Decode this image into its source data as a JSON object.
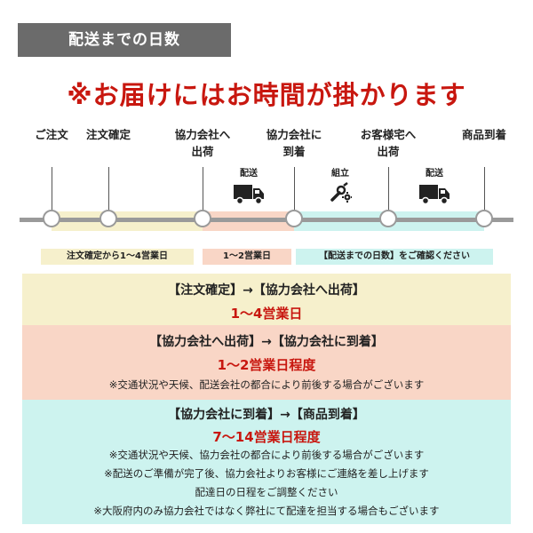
{
  "header": {
    "title": "配送までの日数"
  },
  "warning": "※お届けにはお時間が掛かります",
  "timeline": {
    "steps": [
      {
        "line1": "ご注文",
        "line2": ""
      },
      {
        "line1": "注文確定",
        "line2": ""
      },
      {
        "line1": "協力会社へ",
        "line2": "出荷"
      },
      {
        "line1": "協力会社に",
        "line2": "到着"
      },
      {
        "line1": "お客様宅へ",
        "line2": "出荷"
      },
      {
        "line1": "商品到着",
        "line2": ""
      }
    ],
    "icons": [
      {
        "label": "配送",
        "icon": "truck-icon"
      },
      {
        "label": "組立",
        "icon": "tools-icon"
      },
      {
        "label": "配送",
        "icon": "truck-icon"
      }
    ],
    "periods": [
      {
        "text": "注文確定から1〜4営業日",
        "color": "#f6f0cc"
      },
      {
        "text": "1〜2営業日",
        "color": "#f9d6c6"
      },
      {
        "text": "【配送までの日数】をご確認ください",
        "color": "#cdf3ef"
      }
    ]
  },
  "boxes": [
    {
      "color": "#f6f0cc",
      "route": "【注文確定】→【協力会社へ出荷】",
      "days": "1〜4営業日",
      "notes": []
    },
    {
      "color": "#f9d6c6",
      "route": "【協力会社へ出荷】→【協力会社に到着】",
      "days": "1〜2営業日程度",
      "notes": [
        "※交通状況や天候、配送会社の都合により前後する場合がございます"
      ]
    },
    {
      "color": "#cdf3ef",
      "route": "【協力会社に到着】→【商品到着】",
      "days": "7〜14営業日程度",
      "notes": [
        "※交通状況や天候、協力会社の都合により前後する場合がございます",
        "※配送のご準備が完了後、協力会社よりお客様にご連絡を差し上げます",
        "配達日の日程をご調整ください",
        "※大阪府内のみ協力会社ではなく弊社にて配達を担当する場合もございます"
      ]
    }
  ]
}
